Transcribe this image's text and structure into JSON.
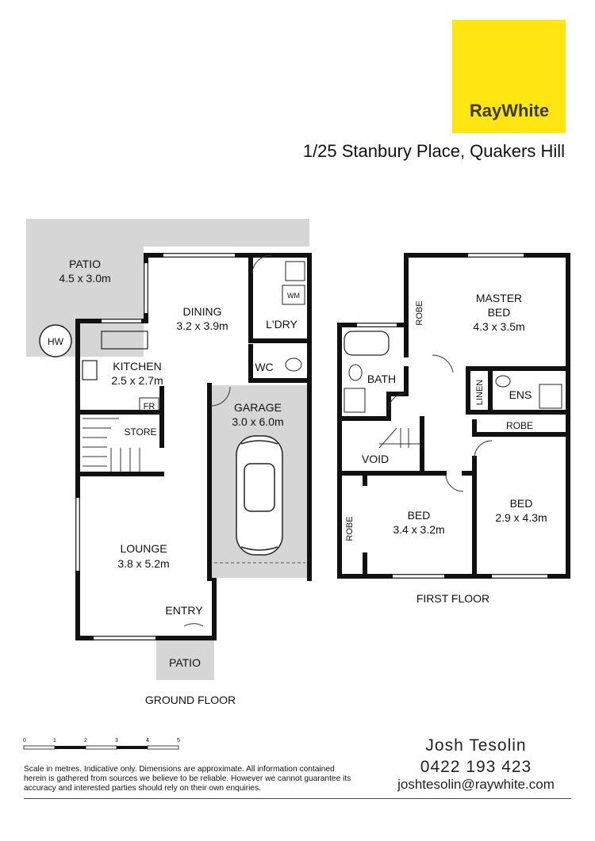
{
  "brand": {
    "name": "RayWhite",
    "color": "#FFE512"
  },
  "address": "1/25 Stanbury Place, Quakers Hill",
  "ground_floor": {
    "title": "GROUND FLOOR",
    "rooms": {
      "patio_top": {
        "name": "PATIO",
        "dims": "4.5 x 3.0m"
      },
      "hw": "HW",
      "dining": {
        "name": "DINING",
        "dims": "3.2 x 3.9m"
      },
      "laundry": "L'DRY",
      "wm": "WM",
      "wc": "WC",
      "kitchen": {
        "name": "KITCHEN",
        "dims": "2.5 x 2.7m"
      },
      "fr": "FR",
      "store": "STORE",
      "garage": {
        "name": "GARAGE",
        "dims": "3.0 x 6.0m"
      },
      "lounge": {
        "name": "LOUNGE",
        "dims": "3.8 x 5.2m"
      },
      "entry": "ENTRY",
      "patio_bottom": "PATIO"
    }
  },
  "first_floor": {
    "title": "FIRST FLOOR",
    "rooms": {
      "robe_master": "ROBE",
      "master_bed": {
        "line1": "MASTER",
        "line2": "BED",
        "dims": "4.3 x 3.5m"
      },
      "bath": "BATH",
      "linen": "LINEN",
      "ens": "ENS",
      "robe_bed3": "ROBE",
      "void": "VOID",
      "robe_bed2": "ROBE",
      "bed2": {
        "name": "BED",
        "dims": "3.4 x 3.2m"
      },
      "bed3": {
        "name": "BED",
        "dims": "2.9 x 4.3m"
      }
    }
  },
  "scale": {
    "ticks": [
      "0",
      "1",
      "2",
      "3",
      "4",
      "5"
    ]
  },
  "disclaimer": "Scale in metres. Indicative only. Dimensions are approximate. All information contained herein is gathered from sources we believe to be reliable. However we cannot guarantee its accuracy and interested parties should rely on their own enquiries.",
  "agent": {
    "name": "Josh Tesolin",
    "phone": "0422 193 423",
    "email": "joshtesolin@raywhite.com"
  }
}
